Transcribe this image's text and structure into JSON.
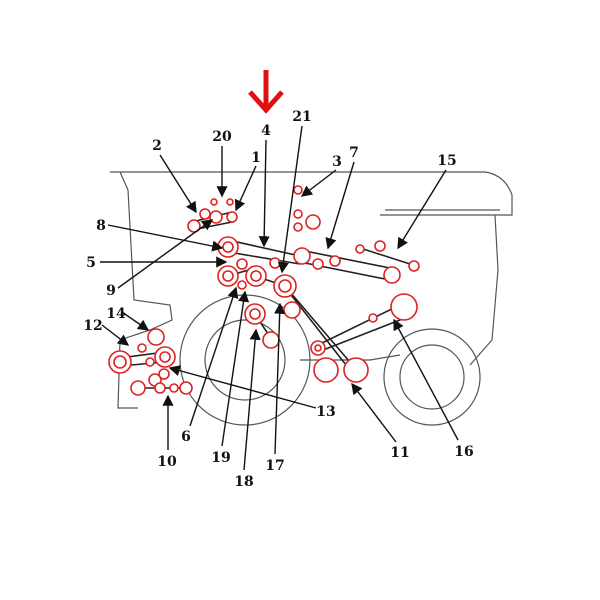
{
  "diagram": {
    "callouts": [
      "1",
      "2",
      "3",
      "4",
      "5",
      "6",
      "7",
      "8",
      "9",
      "10",
      "11",
      "12",
      "13",
      "14",
      "15",
      "16",
      "17",
      "18",
      "19",
      "20",
      "21"
    ],
    "pointer_color": "#e01010",
    "pulley_color": "#d22222"
  }
}
